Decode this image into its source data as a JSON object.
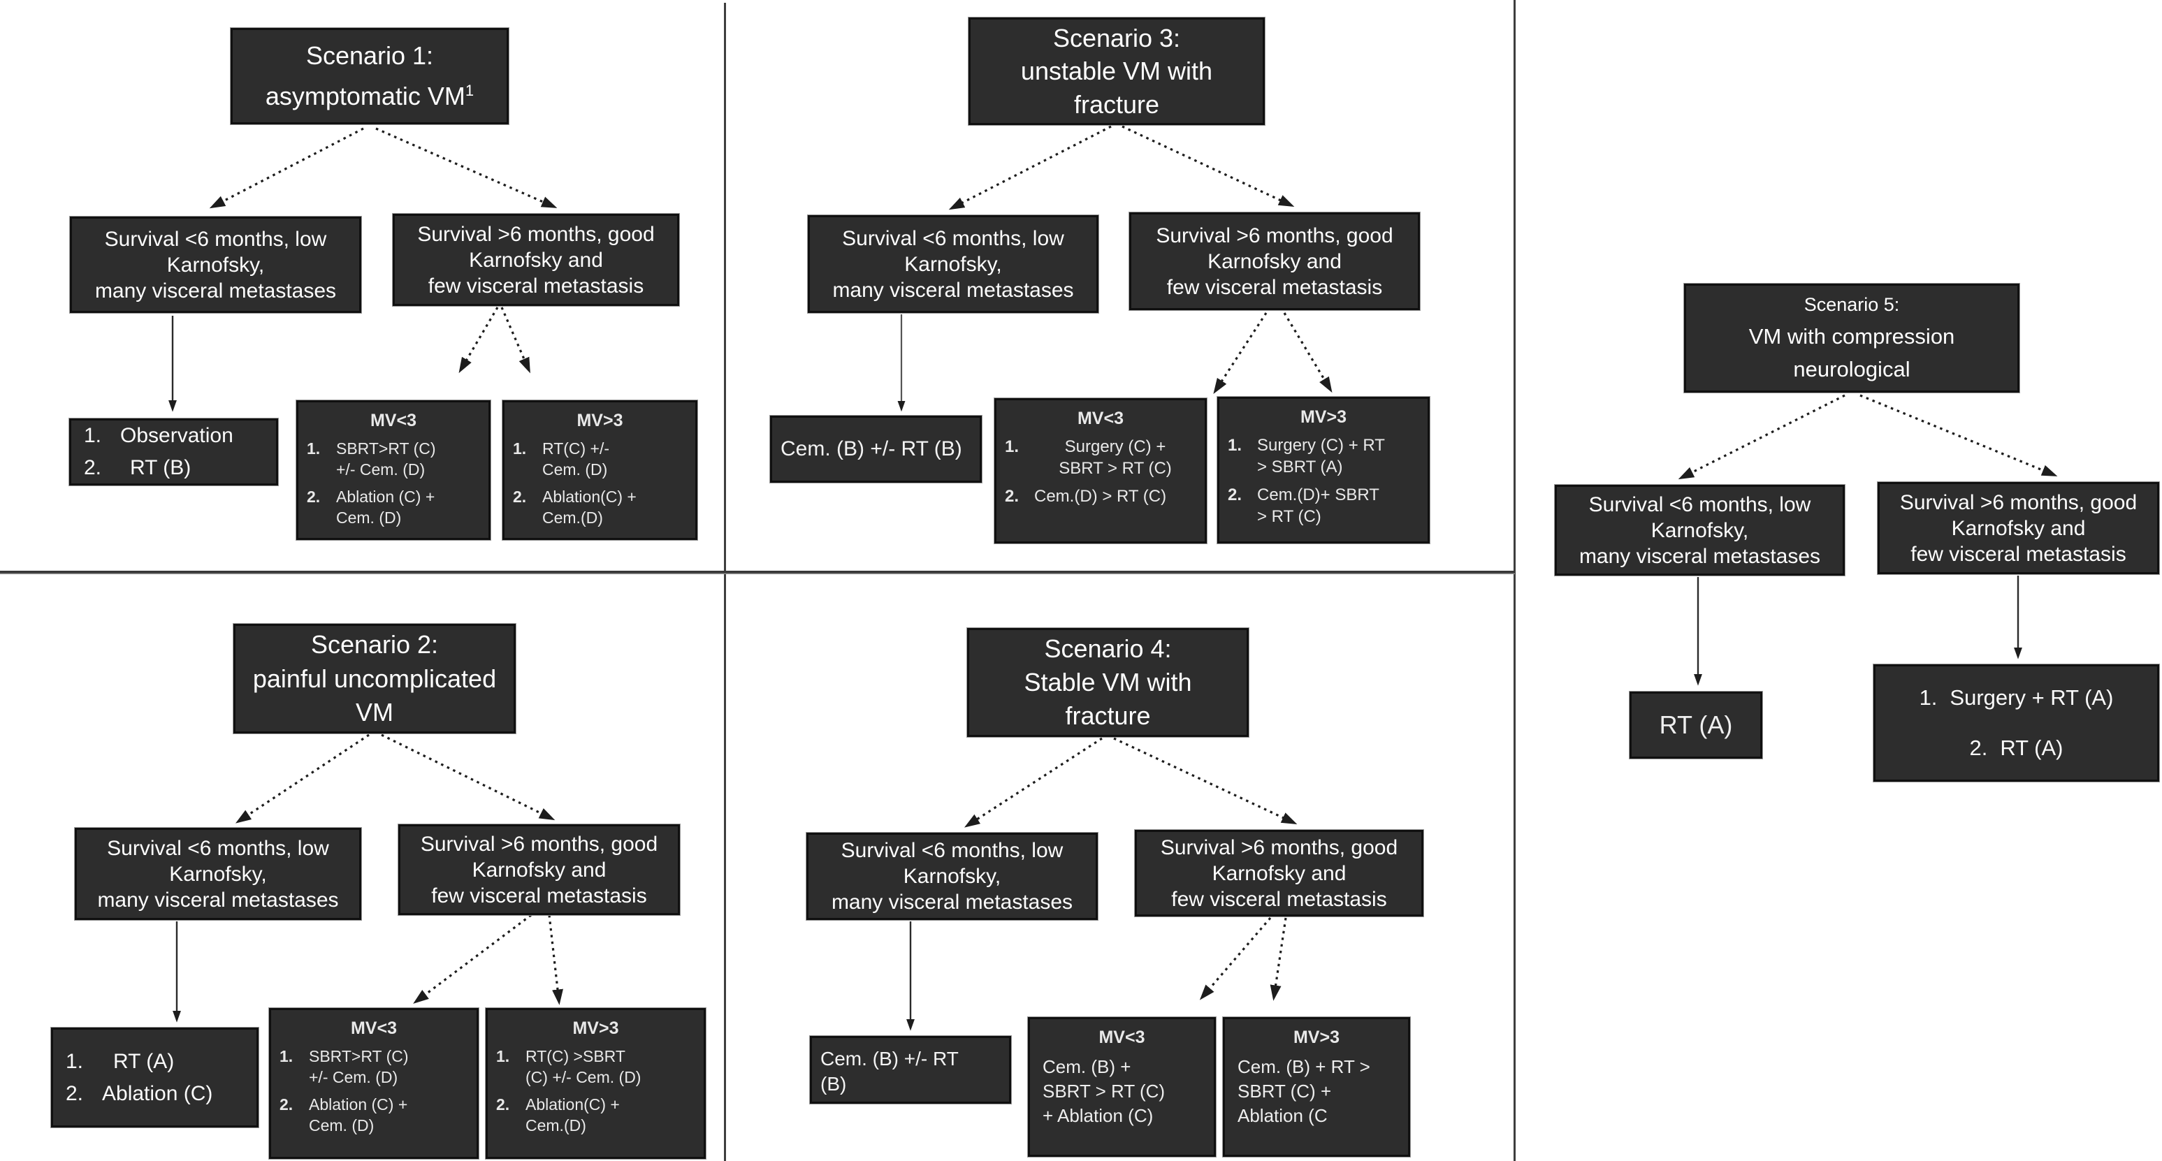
{
  "common": {
    "survival_low": [
      "Survival <6 months, low",
      "Karnofsky,",
      "many visceral metastases"
    ],
    "survival_high": [
      "Survival >6 months, good",
      "Karnofsky and",
      "few visceral metastasis"
    ]
  },
  "s1": {
    "title": [
      "Scenario 1:",
      "asymptomatic VM"
    ],
    "title_sup": "1",
    "result_low": [
      {
        "num": "1.",
        "text": "Observation"
      },
      {
        "num": "2.",
        "text": "RT (B)"
      }
    ],
    "mv_low": {
      "header": "MV<3",
      "items": [
        {
          "num": "1.",
          "lines": [
            "SBRT>RT (C)",
            "+/- Cem. (D)"
          ]
        },
        {
          "num": "2.",
          "lines": [
            "Ablation (C) +",
            "Cem. (D)"
          ]
        }
      ]
    },
    "mv_high": {
      "header": "MV>3",
      "items": [
        {
          "num": "1.",
          "lines": [
            "RT(C) +/-",
            "Cem. (D)"
          ]
        },
        {
          "num": "2.",
          "lines": [
            "Ablation(C) +",
            "Cem.(D)"
          ]
        }
      ]
    }
  },
  "s2": {
    "title": [
      "Scenario 2:",
      "painful uncomplicated",
      "VM"
    ],
    "result_low": [
      {
        "num": "1.",
        "text": "RT (A)"
      },
      {
        "num": "2.",
        "text": "Ablation (C)"
      }
    ],
    "mv_low": {
      "header": "MV<3",
      "items": [
        {
          "num": "1.",
          "lines": [
            "SBRT>RT (C)",
            "+/- Cem. (D)"
          ]
        },
        {
          "num": "2.",
          "lines": [
            "Ablation (C) +",
            "Cem. (D)"
          ]
        }
      ]
    },
    "mv_high": {
      "header": "MV>3",
      "items": [
        {
          "num": "1.",
          "lines": [
            "RT(C) >SBRT",
            "(C) +/- Cem. (D)"
          ]
        },
        {
          "num": "2.",
          "lines": [
            "Ablation(C) +",
            "Cem.(D)"
          ]
        }
      ]
    }
  },
  "s3": {
    "title": [
      "Scenario 3:",
      "unstable VM with",
      "fracture"
    ],
    "result_low": "Cem. (B) +/- RT (B)",
    "mv_low": {
      "header": "MV<3",
      "items": [
        {
          "num": "1.",
          "lines": [
            "Surgery (C) +",
            "SBRT > RT (C)"
          ]
        },
        {
          "num": "2.",
          "lines": [
            "Cem.(D) > RT (C)"
          ]
        }
      ]
    },
    "mv_high": {
      "header": "MV>3",
      "items": [
        {
          "num": "1.",
          "lines": [
            "Surgery (C) + RT",
            "> SBRT (A)"
          ]
        },
        {
          "num": "2.",
          "lines": [
            "Cem.(D)+ SBRT",
            "> RT (C)"
          ]
        }
      ]
    }
  },
  "s4": {
    "title": [
      "Scenario 4:",
      "Stable VM with",
      "fracture"
    ],
    "result_low_lines": [
      "Cem. (B) +/- RT",
      "(B)"
    ],
    "mv_low": {
      "header": "MV<3",
      "lines": [
        "Cem. (B) +",
        "SBRT > RT (C)",
        "+ Ablation (C)"
      ]
    },
    "mv_high": {
      "header": "MV>3",
      "lines": [
        "Cem. (B) + RT >",
        "SBRT (C) +",
        "Ablation (C"
      ]
    }
  },
  "s5": {
    "title_small": "Scenario 5:",
    "title": [
      "VM with compression",
      "neurological"
    ],
    "result_low": "RT (A)",
    "result_high": [
      {
        "num": "1.",
        "text": "Surgery + RT (A)"
      },
      {
        "num": "2.",
        "text": "RT (A)"
      }
    ]
  }
}
